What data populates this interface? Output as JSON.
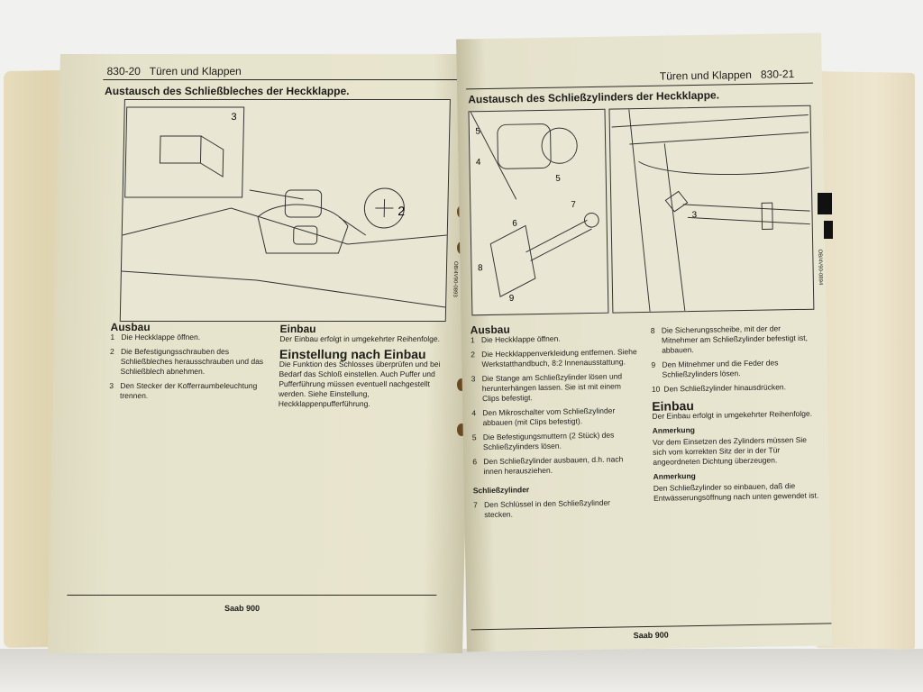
{
  "left_page": {
    "header": {
      "page_number": "830-20",
      "section": "Türen und Klappen"
    },
    "title": "Austausch des Schließbleches der Heckklappe.",
    "figure": {
      "callouts": [
        "3",
        "2"
      ],
      "code": "OB/4V90-0893"
    },
    "ausbau": {
      "heading": "Ausbau",
      "steps": [
        {
          "n": "1",
          "text": "Die Heckklappe öffnen."
        },
        {
          "n": "2",
          "text": "Die Befestigungsschrauben des Schließbleches herausschrauben und das Schließblech abnehmen."
        },
        {
          "n": "3",
          "text": "Den Stecker der Kofferraumbeleuchtung trennen."
        }
      ]
    },
    "einbau": {
      "heading": "Einbau",
      "text": "Der Einbau erfolgt in umgekehrter Reihenfolge."
    },
    "einstellung": {
      "heading": "Einstellung nach Einbau",
      "text": "Die Funktion des Schlosses überprüfen und bei Bedarf das Schloß einstellen. Auch Puffer und Pufferführung müssen eventuell nachgestellt werden. Siehe Einstellung, Heckklappenpufferführung."
    },
    "footer": "Saab 900"
  },
  "right_page": {
    "header": {
      "section": "Türen und Klappen",
      "page_number": "830-21"
    },
    "title": "Austausch des Schließzylinders der Heckklappe.",
    "figure": {
      "callouts": [
        "5",
        "4",
        "5",
        "7",
        "6",
        "8",
        "9",
        "3"
      ],
      "code": "OB/4V90-0894"
    },
    "ausbau": {
      "heading": "Ausbau",
      "steps": [
        {
          "n": "1",
          "text": "Die Heckklappe öffnen."
        },
        {
          "n": "2",
          "text": "Die Heckklappenverkleidung entfernen. Siehe Werkstatthandbuch, 8:2 Innenausstattung."
        },
        {
          "n": "3",
          "text": "Die Stange am Schließzylinder lösen und herunterhängen lassen. Sie ist mit einem Clips befestigt."
        },
        {
          "n": "4",
          "text": "Den Mikroschalter vom Schließzylinder abbauen (mit Clips befestigt)."
        },
        {
          "n": "5",
          "text": "Die Befestigungsmuttern (2 Stück) des Schließzylinders lösen."
        },
        {
          "n": "6",
          "text": "Den Schließzylinder ausbauen, d.h. nach innen herausziehen."
        }
      ],
      "subheading": "Schließzylinder",
      "sub_steps": [
        {
          "n": "7",
          "text": "Den Schlüssel in den Schließzylinder stecken."
        }
      ]
    },
    "ausbau_cont": [
      {
        "n": "8",
        "text": "Die Sicherungsscheibe, mit der der Mitnehmer am Schließzylinder befestigt ist, abbauen."
      },
      {
        "n": "9",
        "text": "Den Mitnehmer und die Feder des Schließzylinders lösen."
      },
      {
        "n": "10",
        "text": "Den Schließzylinder hinausdrücken."
      }
    ],
    "einbau": {
      "heading": "Einbau",
      "text": "Der Einbau erfolgt in umgekehrter Reihenfolge."
    },
    "notes": [
      {
        "heading": "Anmerkung",
        "text": "Vor dem Einsetzen des Zylinders müssen Sie sich vom korrekten Sitz der in der Tür angeordneten Dichtung überzeugen."
      },
      {
        "heading": "Anmerkung",
        "text": "Den Schließzylinder so einbauen, daß die Entwässerungsöffnung nach unten gewendet ist."
      }
    ],
    "footer": "Saab 900"
  }
}
